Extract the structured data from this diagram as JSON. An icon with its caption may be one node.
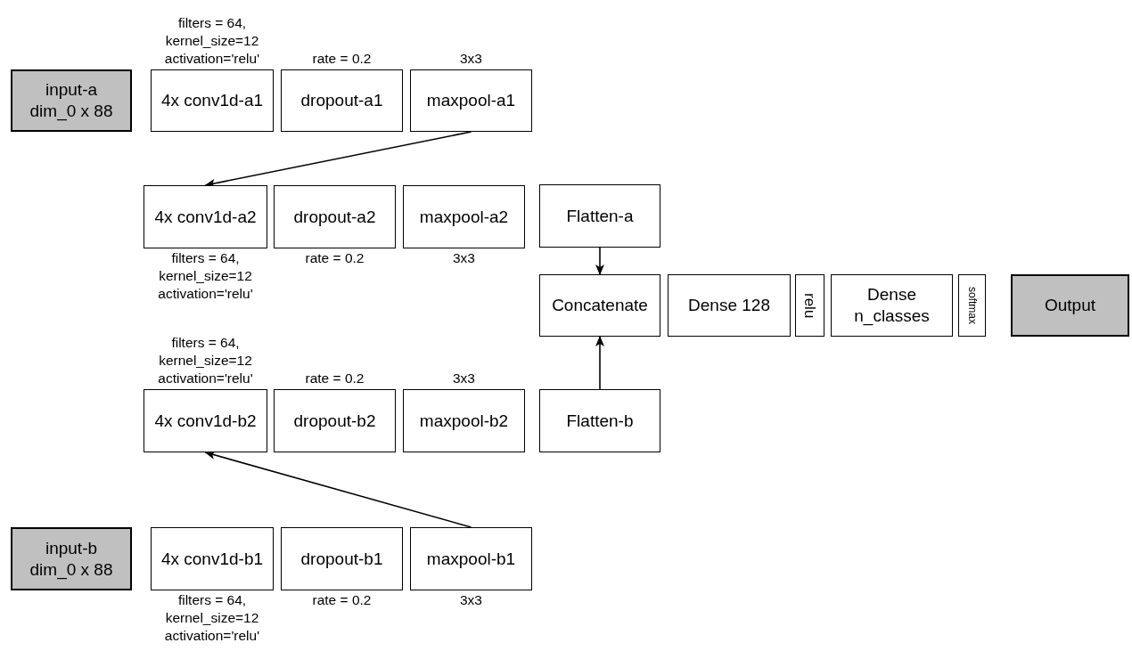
{
  "diagram": {
    "nodes": [
      {
        "text": [
          "input-a dim_0 x 88"
        ]
      },
      {
        "text": [
          "4x conv1d-a1"
        ],
        "beside": [
          "filters = 64, kernel_size=12 activation='relu'"
        ]
      },
      {
        "text": [
          "dropout-a1"
        ],
        "beside": [
          "rate = 0.2"
        ]
      },
      {
        "text": [
          "maxpool-a1"
        ],
        "beside": [
          "3x3"
        ]
      },
      {
        "text": [
          "4x conv1d-a2"
        ],
        "beside": [
          "filters = 64, kernel_size=12 activation='relu'"
        ]
      },
      {
        "text": [
          "dropout-a2"
        ],
        "beside": [
          "rate = 0.2"
        ]
      },
      {
        "text": [
          "maxpool-a2"
        ],
        "beside": [
          "3x3"
        ]
      },
      {
        "text": [
          "Flatten-a"
        ]
      },
      {
        "text": [
          "Concatenate"
        ]
      },
      {
        "text": [
          "Dense 128"
        ]
      },
      {
        "text": [
          "relu"
        ]
      },
      {
        "text": [
          "Dense n_classes"
        ]
      },
      {
        "text": [
          "softmax"
        ]
      },
      {
        "text": [
          "Output"
        ]
      },
      {
        "text": [
          "4x conv1d-b2"
        ],
        "beside": [
          "filters = 64, kernel_size=12 activation='relu'"
        ]
      },
      {
        "text": [
          "dropout-b2"
        ],
        "beside": [
          "rate = 0.2"
        ]
      },
      {
        "text": [
          "maxpool-b2"
        ],
        "beside": [
          "3x3"
        ]
      },
      {
        "text": [
          "Flatten-b"
        ]
      },
      {
        "text": [
          "input-b dim_0 x 88"
        ]
      },
      {
        "text": [
          "4x conv1d-b1"
        ],
        "beside": [
          "filters = 64, kernel_size=12 activation='relu'"
        ]
      },
      {
        "text": [
          "dropout-b1"
        ],
        "beside": [
          "rate = 0.2"
        ]
      },
      {
        "text": [
          "maxpool-b1"
        ],
        "beside": [
          "3x3"
        ]
      }
    ],
    "edges": [
      {
        "from": 3,
        "to": 4,
        "arrow": "to"
      },
      {
        "from": 21,
        "to": 14,
        "arrow": "to"
      },
      {
        "from": 7,
        "to": 8,
        "arrow": "to"
      },
      {
        "from": 17,
        "to": 8,
        "arrow": "to"
      }
    ]
  }
}
